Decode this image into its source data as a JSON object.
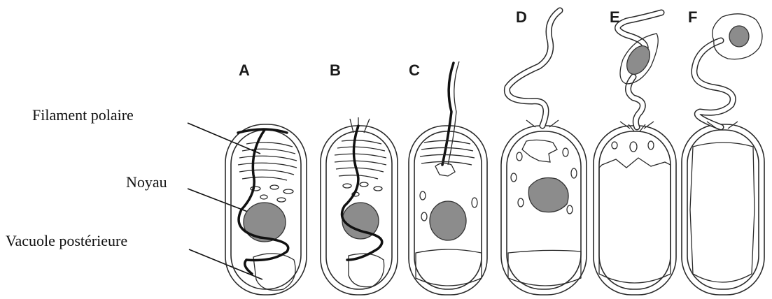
{
  "labels": {
    "filament": "Filament  polaire",
    "nucleus": "Noyau",
    "vacuole": "Vacuole postérieure"
  },
  "stages": [
    "A",
    "B",
    "C",
    "D",
    "E",
    "F"
  ],
  "colors": {
    "nucleus": "#8c8c8c",
    "outline": "#2a2a2a",
    "filament": "#111111",
    "background": "#ffffff"
  }
}
